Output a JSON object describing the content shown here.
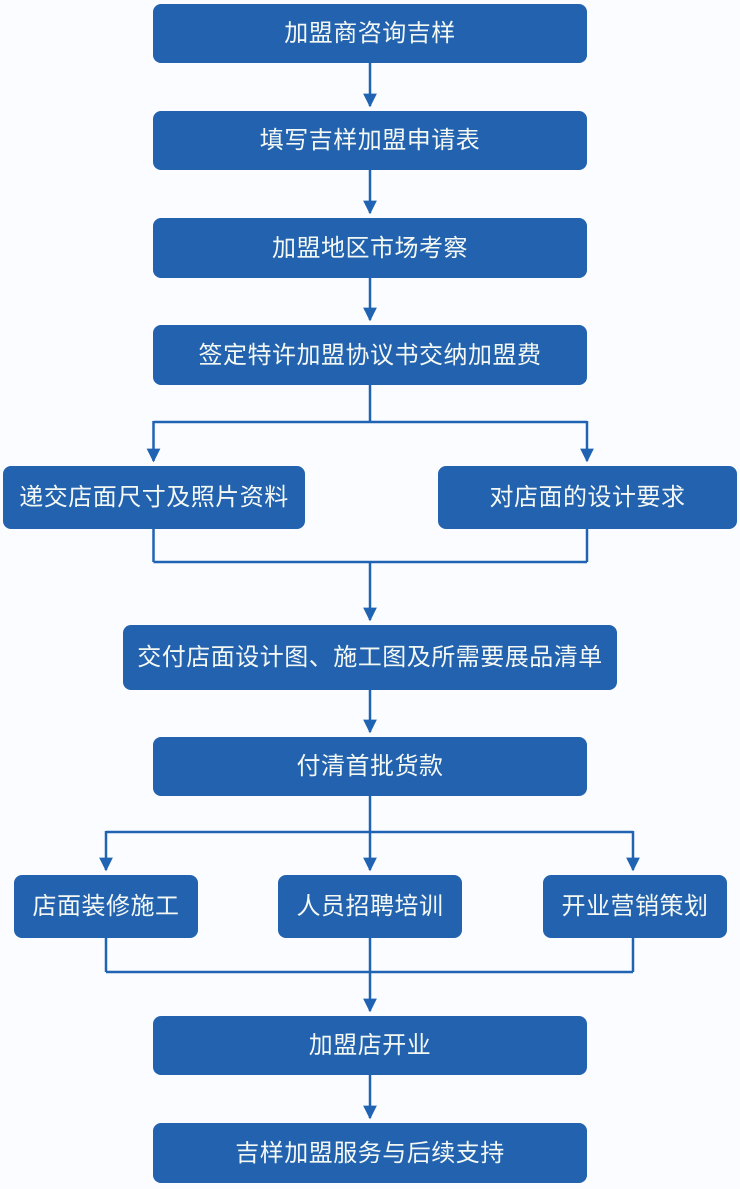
{
  "diagram": {
    "type": "flowchart",
    "direction": "top-down",
    "colors": {
      "node_fill": "#2262ae",
      "node_text": "#f4f8f4",
      "connector": "#1f63b2",
      "background": "#fbfcff"
    },
    "nodes": [
      {
        "id": 1,
        "label": "加盟商咨询吉样"
      },
      {
        "id": 2,
        "label": "填写吉样加盟申请表"
      },
      {
        "id": 3,
        "label": "加盟地区市场考察"
      },
      {
        "id": 4,
        "label": "签定特许加盟协议书交纳加盟费"
      },
      {
        "id": 5,
        "label": "递交店面尺寸及照片资料"
      },
      {
        "id": 6,
        "label": "对店面的设计要求"
      },
      {
        "id": 7,
        "label": "交付店面设计图、施工图及所需要展品清单"
      },
      {
        "id": 8,
        "label": "付清首批货款"
      },
      {
        "id": 9,
        "label": "店面装修施工"
      },
      {
        "id": 10,
        "label": "人员招聘培训"
      },
      {
        "id": 11,
        "label": "开业营销策划"
      },
      {
        "id": 12,
        "label": "加盟店开业"
      },
      {
        "id": 13,
        "label": "吉样加盟服务与后续支持"
      }
    ],
    "edges": [
      {
        "from": 1,
        "to": 2
      },
      {
        "from": 2,
        "to": 3
      },
      {
        "from": 3,
        "to": 4
      },
      {
        "from": 4,
        "to": 5
      },
      {
        "from": 4,
        "to": 6
      },
      {
        "from": 5,
        "to": 7
      },
      {
        "from": 6,
        "to": 7
      },
      {
        "from": 7,
        "to": 8
      },
      {
        "from": 8,
        "to": 9
      },
      {
        "from": 8,
        "to": 10
      },
      {
        "from": 8,
        "to": 11
      },
      {
        "from": 9,
        "to": 12
      },
      {
        "from": 10,
        "to": 12
      },
      {
        "from": 11,
        "to": 12
      },
      {
        "from": 12,
        "to": 13
      }
    ]
  }
}
